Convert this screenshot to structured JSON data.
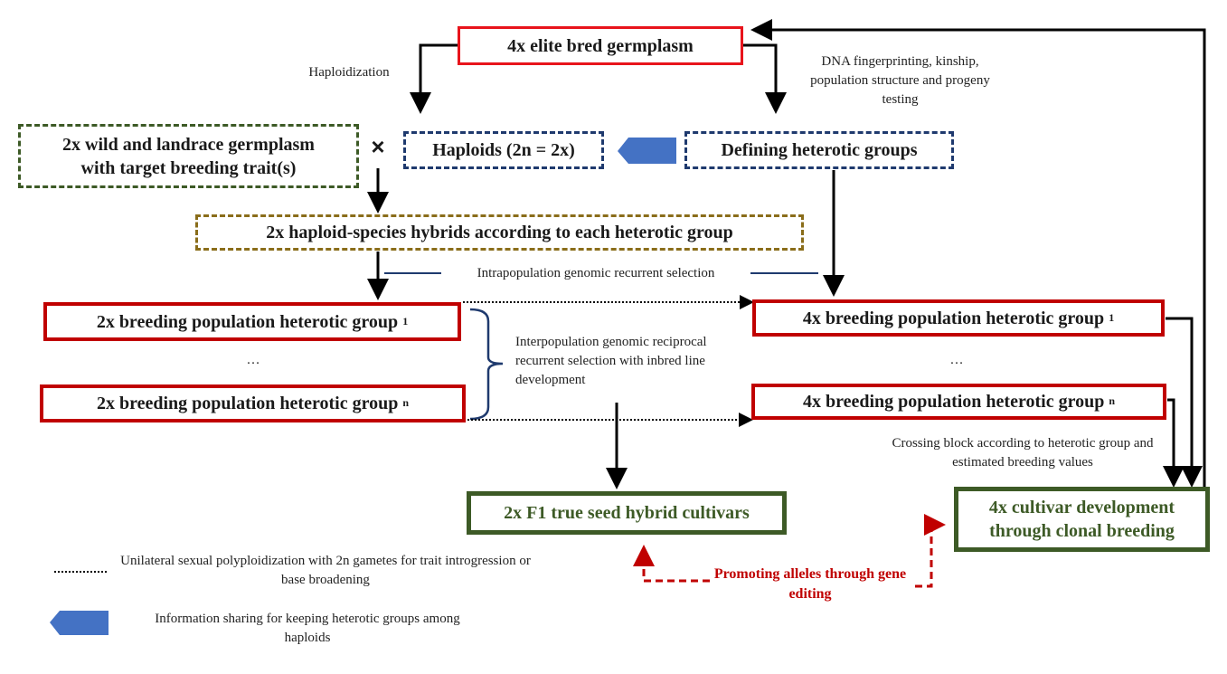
{
  "boxes": {
    "elite": "4x elite bred germplasm",
    "wild_line1": "2x wild and landrace germplasm",
    "wild_line2": "with target breeding trait(s)",
    "cross_symbol": "×",
    "haploids": "Haploids (2n = 2x)",
    "defining": "Defining heterotic groups",
    "hybrids": "2x haploid-species hybrids according to each heterotic group",
    "bp2x_1": "2x breeding population heterotic group",
    "bp2x_n": "2x breeding population heterotic group",
    "bp4x_1": "4x breeding population heterotic group",
    "bp4x_n": "4x breeding population heterotic group",
    "sub_1": "1",
    "sub_n": "n",
    "f1": "2x F1 true seed hybrid cultivars",
    "cultivar_line1": "4x cultivar development",
    "cultivar_line2": "through clonal breeding"
  },
  "labels": {
    "haploidization": "Haploidization",
    "dna": "DNA fingerprinting, kinship, population structure and progeny testing",
    "intrapop": "Intrapopulation genomic recurrent selection",
    "interpop": "Interpopulation genomic reciprocal recurrent selection with inbred line development",
    "ellipsis": "…",
    "crossing": "Crossing block according to heterotic group and estimated breeding values",
    "gene_editing": "Promoting alleles through gene editing"
  },
  "legend": {
    "dotted": "Unilateral sexual polyploidization with 2n gametes for trait introgression or base broadening",
    "arrow": "Information sharing for keeping heterotic groups among haploids"
  },
  "colors": {
    "red": "#e8141c",
    "dark_red": "#c00000",
    "green": "#3d5a26",
    "navy": "#1f3a6e",
    "olive": "#8a6d1a",
    "blue": "#4472c4"
  }
}
